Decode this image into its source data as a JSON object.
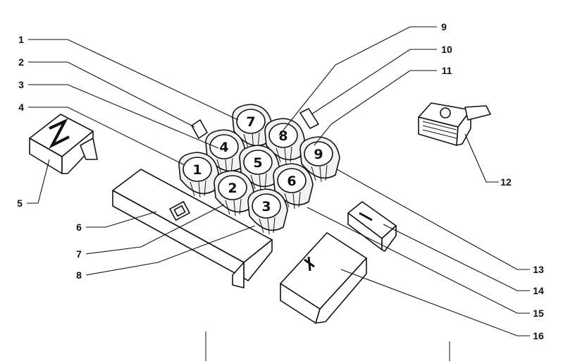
{
  "callouts": [
    {
      "id": "1",
      "label": "1"
    },
    {
      "id": "2",
      "label": "2"
    },
    {
      "id": "3",
      "label": "3"
    },
    {
      "id": "4",
      "label": "4"
    },
    {
      "id": "5",
      "label": "5"
    },
    {
      "id": "6",
      "label": "6"
    },
    {
      "id": "7",
      "label": "7"
    },
    {
      "id": "8",
      "label": "8"
    },
    {
      "id": "9",
      "label": "9"
    },
    {
      "id": "10",
      "label": "10"
    },
    {
      "id": "11",
      "label": "11"
    },
    {
      "id": "12",
      "label": "12"
    },
    {
      "id": "13",
      "label": "13"
    },
    {
      "id": "14",
      "label": "14"
    },
    {
      "id": "15",
      "label": "15"
    },
    {
      "id": "16",
      "label": "16"
    }
  ],
  "keycaps": [
    {
      "label": "1"
    },
    {
      "label": "2"
    },
    {
      "label": "3"
    },
    {
      "label": "4"
    },
    {
      "label": "5"
    },
    {
      "label": "6"
    },
    {
      "label": "7"
    },
    {
      "label": "8"
    },
    {
      "label": "9"
    }
  ],
  "icons": [
    "z-keycap-icon",
    "space-bar-icon",
    "minus-key-icon",
    "plus-key-icon",
    "switch-block-icon",
    "clip-icon"
  ]
}
